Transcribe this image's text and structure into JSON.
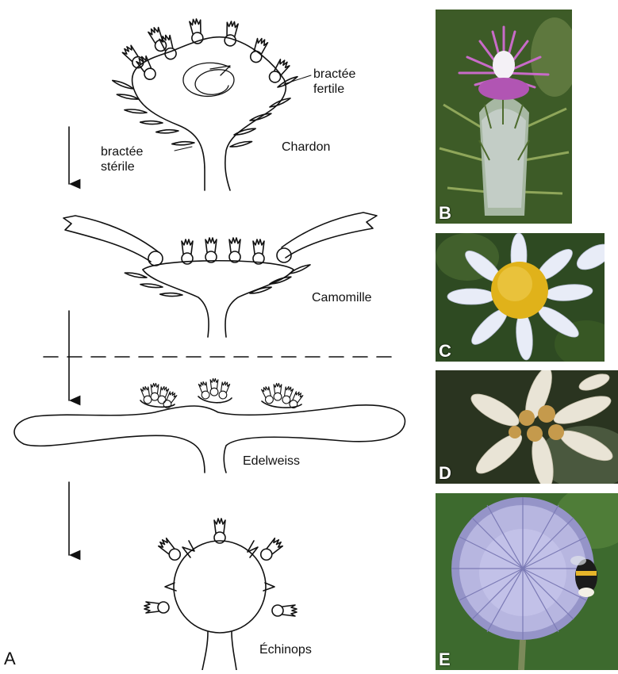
{
  "diagram": {
    "panel_label": "A",
    "labels": {
      "bract_fertile": "bractée\nfertile",
      "bract_sterile": "bractée\nstérile",
      "chardon": "Chardon",
      "camomille": "Camomille",
      "edelweiss": "Edelweiss",
      "echinops": "Échinops"
    }
  },
  "photos": [
    {
      "label": "B",
      "subject": "thistle flower head"
    },
    {
      "label": "C",
      "subject": "chamomile flower"
    },
    {
      "label": "D",
      "subject": "edelweiss"
    },
    {
      "label": "E",
      "subject": "globe thistle with bumblebee"
    }
  ],
  "colors": {
    "line": "#111111",
    "thistle_pink": "#c86bc8",
    "chamomile_yellow": "#e0b21a",
    "chamomile_petal": "#e8ecf7",
    "edelweiss_wool": "#e9e4d6",
    "echinops_blue": "#b7b6e0",
    "foliage": "#3d6a2e"
  }
}
